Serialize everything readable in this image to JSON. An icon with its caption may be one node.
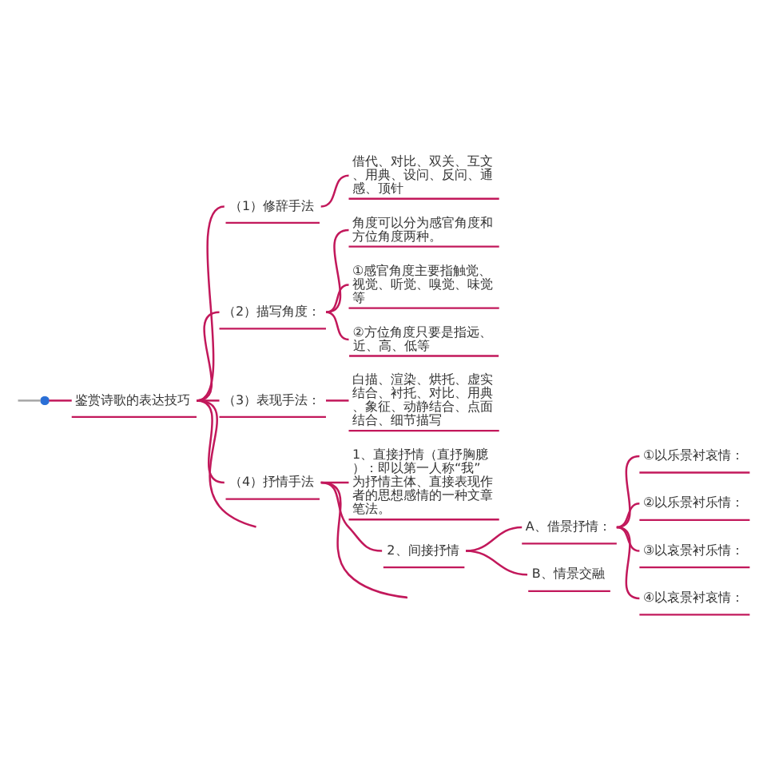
{
  "diagram": {
    "nodes": [
      {
        "text": [],
        "shape": "circle"
      },
      {
        "text": [
          "鉴赏诗歌的表达技巧"
        ]
      },
      {
        "text": [
          "（1）修辞手法"
        ]
      },
      {
        "text": [
          "借代、对比、双关、互文、用典、设问、反问、通感、顶针"
        ]
      },
      {
        "text": [
          "（2）描写角度："
        ]
      },
      {
        "text": [
          "角度可以分为感官角度和方位角度两种。"
        ]
      },
      {
        "text": [
          "①感官角度主要指触觉、视觉、听觉、嗅觉、味觉等"
        ]
      },
      {
        "text": [
          "②方位角度只要是指远、近、高、低等"
        ]
      },
      {
        "text": [
          "（3）表现手法："
        ]
      },
      {
        "text": [
          "白描、渲染、烘托、虚实结合、衬托、对比、用典、象征、动静结合、点面结合、细节描写"
        ]
      },
      {
        "text": [
          "（4）抒情手法"
        ]
      },
      {
        "text": [
          "1、直接抒情（直抒胸臆）：即以第一人称“我”为抒情主体、直接表现作者的思想感情的一种文章笔法。"
        ]
      },
      {
        "text": [
          "2、间接抒情"
        ]
      },
      {
        "text": [
          "A、借景抒情："
        ]
      },
      {
        "text": [
          "①以乐景衬哀情："
        ]
      },
      {
        "text": [
          "②以乐景衬乐情："
        ]
      },
      {
        "text": [
          "③以哀景衬乐情："
        ]
      },
      {
        "text": [
          "④以哀景衬哀情："
        ]
      },
      {
        "text": [
          "B、情景交融"
        ]
      }
    ],
    "edges": [
      {
        "from": null,
        "to": 0,
        "arrow": "none",
        "color": "#a6a6a6"
      },
      {
        "from": 0,
        "to": 1,
        "arrow": "none"
      },
      {
        "from": 1,
        "to": 2,
        "arrow": "none"
      },
      {
        "from": 2,
        "to": 3,
        "arrow": "none"
      },
      {
        "from": 1,
        "to": 4,
        "arrow": "none"
      },
      {
        "from": 4,
        "to": 5,
        "arrow": "none"
      },
      {
        "from": 4,
        "to": 6,
        "arrow": "none"
      },
      {
        "from": 4,
        "to": 7,
        "arrow": "none"
      },
      {
        "from": 1,
        "to": 8,
        "arrow": "none"
      },
      {
        "from": 8,
        "to": 9,
        "arrow": "none"
      },
      {
        "from": 1,
        "to": 10,
        "arrow": "none"
      },
      {
        "from": 10,
        "to": 11,
        "arrow": "none"
      },
      {
        "from": 10,
        "to": 12,
        "arrow": "none"
      },
      {
        "from": 12,
        "to": 13,
        "arrow": "none"
      },
      {
        "from": 13,
        "to": 14,
        "arrow": "none"
      },
      {
        "from": 13,
        "to": 15,
        "arrow": "none"
      },
      {
        "from": 13,
        "to": 16,
        "arrow": "none"
      },
      {
        "from": 13,
        "to": 17,
        "arrow": "none"
      },
      {
        "from": 12,
        "to": 18,
        "arrow": "none"
      },
      {
        "from": 10,
        "to": null,
        "arrow": "none"
      },
      {
        "from": 1,
        "to": null,
        "arrow": "none"
      }
    ]
  }
}
